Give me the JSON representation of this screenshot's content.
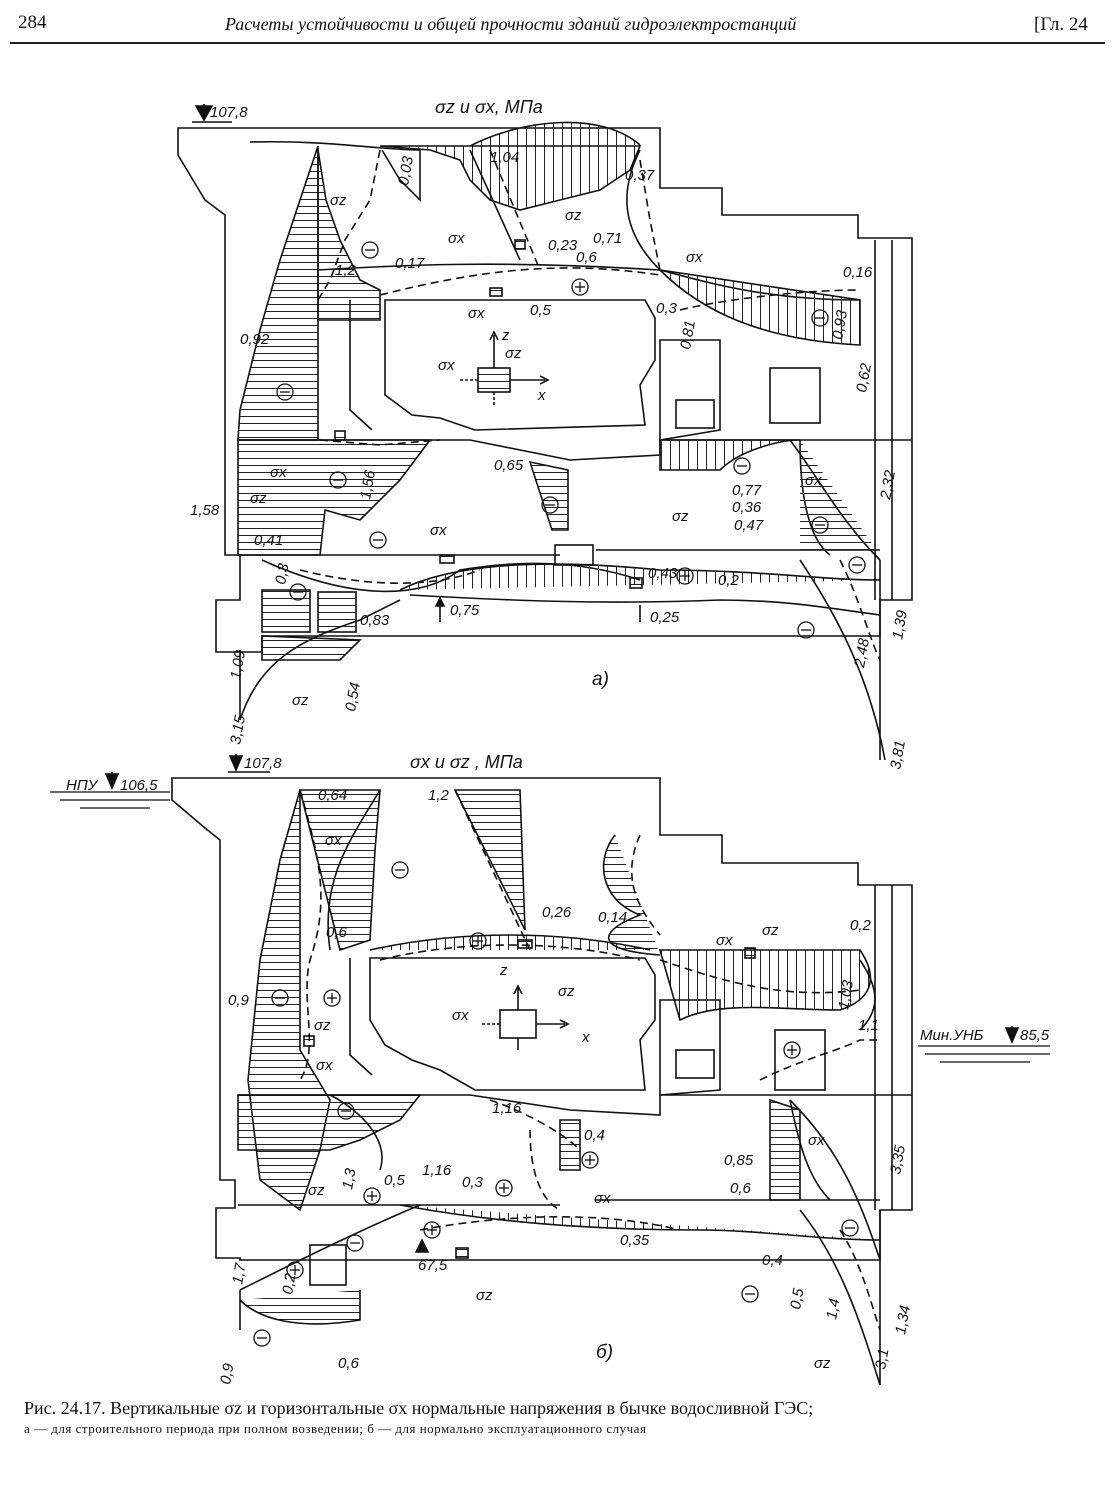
{
  "header": {
    "page_number": "284",
    "running_title": "Расчеты устойчивости и общей прочности зданий гидроэлектростанций",
    "chapter": "[Гл. 24"
  },
  "figure": {
    "a": {
      "title": "σz и σx, МПа",
      "panel_label": "а)",
      "elevation": "107,8",
      "labels": {
        "l_003": "0,03",
        "l_104": "1,04",
        "l_037": "0,37",
        "l_sz1": "σz",
        "l_sx1": "σx",
        "l_sz2": "σz",
        "l_023": "0,23",
        "l_071": "0,71",
        "l_06": "0,6",
        "l_12": "1,2",
        "l_017": "0,17",
        "l_016": "0,16",
        "l_sx2": "σx",
        "l_092": "0,92",
        "l_sx3": "σx",
        "l_05": "0,5",
        "l_03": "0,3",
        "l_081": "0,81",
        "l_093": "0,93",
        "l_sx_axis": "σx",
        "l_z_axis": "z",
        "l_sz_axis": "σz",
        "l_x_axis": "x",
        "l_062": "0,62",
        "l_065": "0,65",
        "l_sx4": "σx",
        "l_156": "1,56",
        "l_158": "1,58",
        "l_sz3": "σz",
        "l_041": "0,41",
        "l_sx5": "σx",
        "l_077": "0,77",
        "l_sx6": "σx",
        "l_036": "0,36",
        "l_sz4": "σz",
        "l_047": "0,47",
        "l_232": "2,32",
        "l_03b": "0,3",
        "l_043": "0,43",
        "l_02": "0,2",
        "l_075": "0,75",
        "l_025": "0,25",
        "l_083": "0,83",
        "l_109": "1,09",
        "l_sz5": "σz",
        "l_054": "0,54",
        "l_315": "3,15",
        "l_248": "2,48",
        "l_139": "1,39",
        "l_381": "3,81"
      }
    },
    "b": {
      "title": "σx и σz , МПа",
      "panel_label": "б)",
      "elevation": "107,8",
      "npu": "НПУ",
      "npu_level": "106,5",
      "unb": "Мин.УНБ",
      "unb_level": "85,5",
      "labels": {
        "l_064": "0,64",
        "l_12": "1,2",
        "l_sx1": "σx",
        "l_06": "0,6",
        "l_026": "0,26",
        "l_014": "0,14",
        "l_sx2": "σx",
        "l_sz1": "σz",
        "l_02": "0,2",
        "l_z": "z",
        "l_sz2": "σz",
        "l_sx3": "σx",
        "l_x": "x",
        "l_09": "0,9",
        "l_sz3": "σz",
        "l_sx4": "σx",
        "l_103": "1,03",
        "l_11": "1,1",
        "l_116": "1,16",
        "l_04": "0,4",
        "l_sx5": "σx",
        "l_335": "3,35",
        "l_085": "0,85",
        "l_06b": "0,6",
        "l_sz4": "σz",
        "l_13": "1,3",
        "l_05": "0,5",
        "l_116b": "1,16",
        "l_03": "0,3",
        "l_sx6": "σx",
        "l_035": "0,35",
        "l_04b": "0,4",
        "l_17": "1,7",
        "l_02b": "0,2",
        "l_675": "67,5",
        "l_sz5": "σz",
        "l_05b": "0,5",
        "l_14": "1,4",
        "l_134": "1,34",
        "l_31": "3,1",
        "l_09b": "0,9",
        "l_06c": "0,6",
        "l_sz6": "σz"
      }
    }
  },
  "caption": {
    "line1": "Рис. 24.17. Вертикальные σz и горизонтальные σx нормальные напряжения в бычке водосливной ГЭС;",
    "line2": "а — для строительного периода при полном возведении; б — для нормально эксплуатационного случая"
  }
}
